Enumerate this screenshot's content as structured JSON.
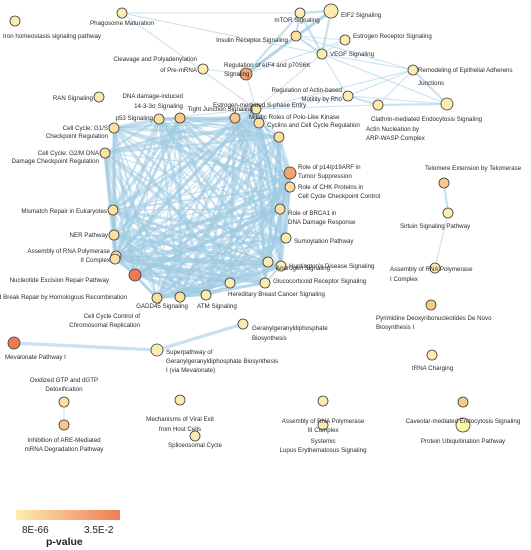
{
  "diagram": {
    "colors": {
      "edge": "#9ecae1",
      "node_stroke": "#3a3a3a",
      "level_0": "#fdecb0",
      "level_1": "#fde0a0",
      "level_2": "#f9c88a",
      "level_3": "#f4a46e",
      "level_4": "#ee7a52",
      "protein_ubiquitination": "#fff7a8"
    },
    "nodes": [
      {
        "id": "iron",
        "label": "Iron homeostasis signaling pathway",
        "level": 0
      },
      {
        "id": "phago",
        "label": "Phagosome Maturation",
        "level": 0
      },
      {
        "id": "mtor",
        "label": "mTOR Signaling",
        "level": 0
      },
      {
        "id": "eif2",
        "label": "EIF2 Signaling",
        "level": 0
      },
      {
        "id": "insulin",
        "label": "Insulin Receptor Signaling",
        "level": 1
      },
      {
        "id": "estrrec",
        "label": "Estrogen Receptor Signaling",
        "level": 0
      },
      {
        "id": "vegf",
        "label": "VEGF Signaling",
        "level": 0
      },
      {
        "id": "cleav",
        "label": "Cleavage and Polyadenylation of Pre-mRNA",
        "level": 0
      },
      {
        "id": "eif4",
        "label": "Regulation of eIF4 and p70S6K Signaling",
        "level": 3
      },
      {
        "id": "remod",
        "label": "Remodeling of Epithelial Adherens Junctions",
        "level": 0
      },
      {
        "id": "ran",
        "label": "RAN Signaling",
        "level": 0
      },
      {
        "id": "actinmot",
        "label": "Regulation of Actin-based Motility by Rho",
        "level": 0
      },
      {
        "id": "dnadmg",
        "label": "DNA damage-induced 14-3-3σ Signaling",
        "level": 2
      },
      {
        "id": "tight",
        "label": "Tight Junction Signaling",
        "level": 0
      },
      {
        "id": "estrmed",
        "label": "Estrogen-mediated S-phase Entry",
        "level": 2
      },
      {
        "id": "clathrin",
        "label": "Clathrin-mediated Endocytosis Signaling",
        "level": 0
      },
      {
        "id": "p53",
        "label": "p53 Signaling",
        "level": 1
      },
      {
        "id": "plk",
        "label": "Mitotic Roles of Polo-Like Kinase",
        "level": 1
      },
      {
        "id": "g1s",
        "label": "Cell Cycle: G1/S Checkpoint Regulation",
        "level": 1
      },
      {
        "id": "cyclins",
        "label": "Cyclins and Cell Cycle Regulation",
        "level": 1
      },
      {
        "id": "arpwasp",
        "label": "Actin Nucleation by ARP-WASP Complex",
        "level": 0
      },
      {
        "id": "p14",
        "label": "Role of p14/p19ARF in Tumor Suppression",
        "level": 3
      },
      {
        "id": "g2m",
        "label": "Cell Cycle: G2/M DNA Damage Checkpoint Regulation",
        "level": 1
      },
      {
        "id": "chk",
        "label": "Role of CHK Proteins in Cell Cycle Checkpoint Control",
        "level": 1
      },
      {
        "id": "telo",
        "label": "Telomere Extension by Telomerase",
        "level": 2
      },
      {
        "id": "mismatch",
        "label": "Mismatch Repair in Eukaryotes",
        "level": 1
      },
      {
        "id": "brca1",
        "label": "Role of BRCA1 in DNA Damage Response",
        "level": 1
      },
      {
        "id": "ner",
        "label": "NER Pathway",
        "level": 1
      },
      {
        "id": "sumo",
        "label": "Sumoylation Pathway",
        "level": 0
      },
      {
        "id": "sirtuin",
        "label": "Sirtuin Signaling Pathway",
        "level": 0
      },
      {
        "id": "rnapol2",
        "label": "Assembly of RNA Polymerase II Complex",
        "level": 1
      },
      {
        "id": "huntington",
        "label": "Huntington's Disease Signaling",
        "level": 0
      },
      {
        "id": "nucexc",
        "label": "Nucleotide Excision Repair Pathway",
        "level": 1
      },
      {
        "id": "androgen",
        "label": "Androgen Signaling",
        "level": 0
      },
      {
        "id": "rnapol1",
        "label": "Assembly of RNA Polymerase I Complex",
        "level": 0
      },
      {
        "id": "dsb",
        "label": "DNA Double-Strand Break Repair by Homologous Recombination",
        "level": 4
      },
      {
        "id": "gluco",
        "label": "Glucocorticoid Receptor Signaling",
        "level": 0
      },
      {
        "id": "chromrep",
        "label": "Cell Cycle Control of Chromosomal Replication",
        "level": 1
      },
      {
        "id": "brcancer",
        "label": "Hereditary Breast Cancer Signaling",
        "level": 0
      },
      {
        "id": "gadd45",
        "label": "GADD45 Signaling",
        "level": 1
      },
      {
        "id": "atm",
        "label": "ATM Signaling",
        "level": 0
      },
      {
        "id": "pyrim",
        "label": "Pyrimidine Deoxyribonucleotides De Novo Biosynthesis I",
        "level": 2
      },
      {
        "id": "ggpp",
        "label": "Geranylgeranyldiphosphate Biosynthesis",
        "level": 0
      },
      {
        "id": "meva",
        "label": "Mevalonate Pathway I",
        "level": 4
      },
      {
        "id": "superpath",
        "label": "Superpathway of Geranylgeranyldiphosphate Biosynthesis I (via Mevalonate)",
        "level": 0
      },
      {
        "id": "trna",
        "label": "tRNA Charging",
        "level": 0
      },
      {
        "id": "oxidized",
        "label": "Oxidized GTP and dGTP Detoxification",
        "level": 1
      },
      {
        "id": "viral",
        "label": "Mechanisms of Viral Exit from Host Cells",
        "level": 0
      },
      {
        "id": "rnapol3",
        "label": "Assembly of RNA Polymerase III Complex",
        "level": 0
      },
      {
        "id": "caveolar",
        "label": "Caveolar-mediated Endocytosis Signaling",
        "level": 2
      },
      {
        "id": "inhib",
        "label": "Inhibition of ARE-Mediated mRNA Degradation Pathway",
        "level": 2
      },
      {
        "id": "splice",
        "label": "Spliceosomal Cycle",
        "level": 0
      },
      {
        "id": "lupus",
        "label": "Systemic Lupus Erythematosus Signaling",
        "level": 0
      },
      {
        "id": "ubiq",
        "label": "Protein Ubiquitination Pathway",
        "level": 0
      }
    ],
    "legend": {
      "min_label": "8E-66",
      "max_label": "3.5E-2",
      "title": "p-value"
    }
  }
}
